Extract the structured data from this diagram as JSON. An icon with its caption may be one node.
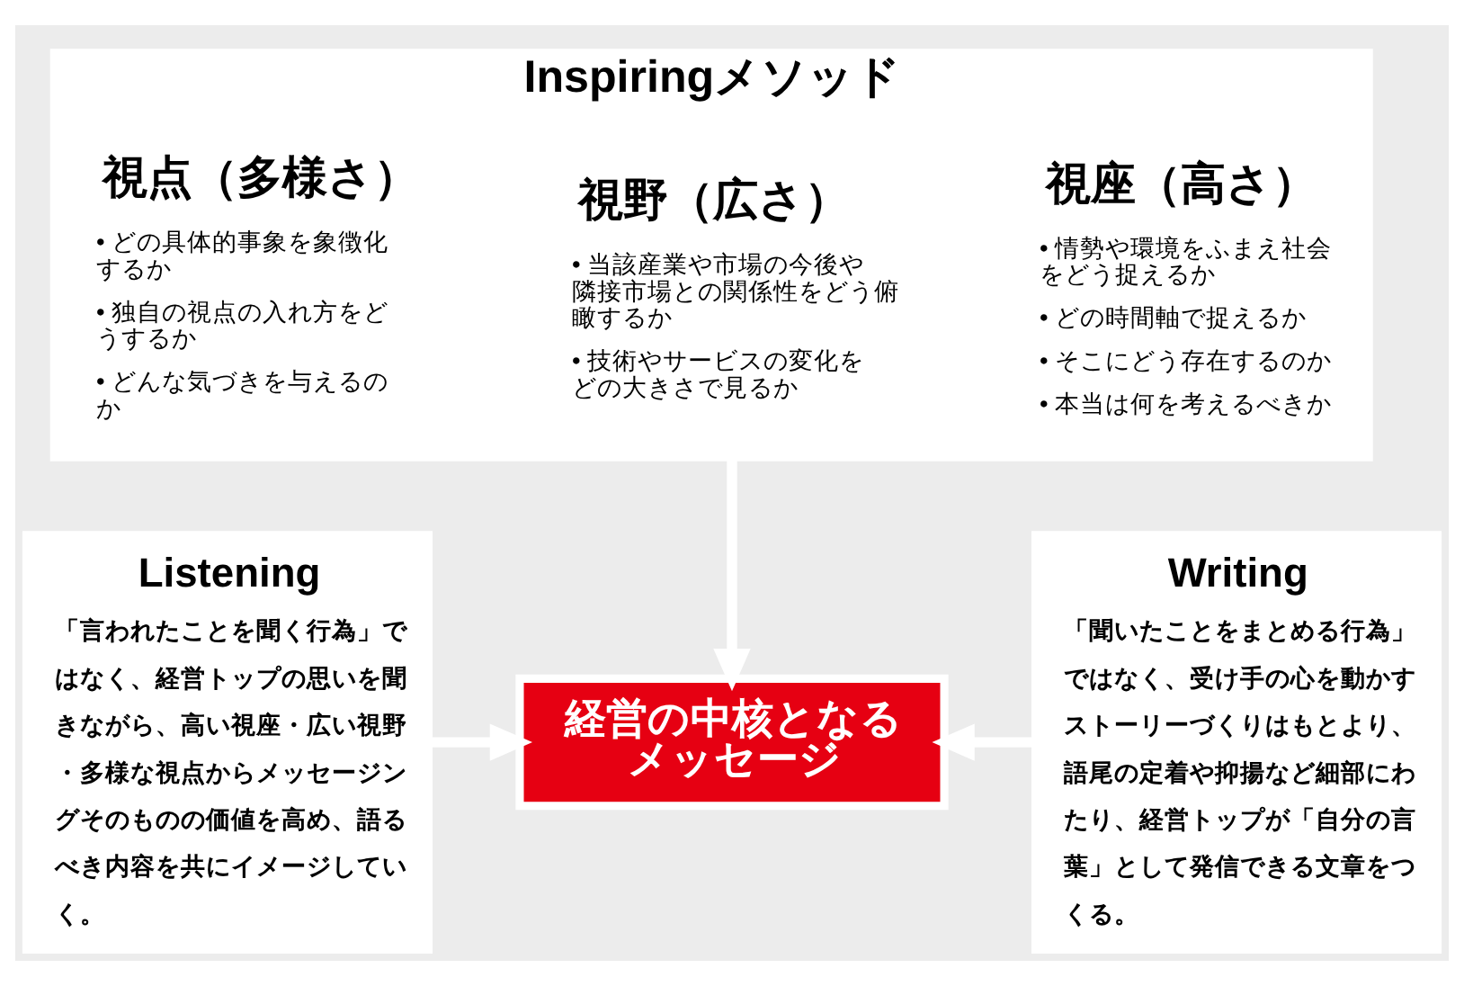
{
  "diagram": {
    "nodes": [
      {
        "text": [
          "Inspiringメソッド"
        ]
      },
      {
        "text": [
          "視座（高さ）",
          "• 情勢や環境をふまえ社会をどう捉えるか",
          "• どの時間軸で捉えるか",
          "• そこにどう存在するのか",
          "• 本当は何を考えるべきか"
        ],
        "in": 0
      },
      {
        "text": [
          "視野（広さ）",
          "• 当該産業や市場の今後や隣接市場との関係性をどう俯瞰するか",
          "• 技術やサービスの変化をどの大きさで見るか"
        ],
        "in": 0
      },
      {
        "text": [
          "視点（多様さ）",
          "• どの具体的事象を象徴化するか",
          "• 独自の視点の入れ方をどうするか",
          "• どんな気づきを与えるのか"
        ],
        "in": 0
      },
      {
        "text": [
          "Listening",
          "「言われたことを聞く行為」ではなく、経営トップの思いを聞きながら、高い視座・広い視野・多様な視点からメッセージングそのものの価値を高め、語るべき内容を共にイメージしていく。"
        ]
      },
      {
        "text": [
          "経営の中核となるメッセージ"
        ]
      },
      {
        "text": [
          "Writing",
          "「聞いたことをまとめる行為」ではなく、受け手の心を動かすストーリーづくりはもとより、語尾の定着や抑揚など細部にわたり、経営トップが「自分の言葉」として発信できる文章をつくる。"
        ]
      }
    ],
    "edges": [
      {
        "from": 0,
        "to": 5,
        "arrow": "to"
      },
      {
        "from": 4,
        "to": 5,
        "arrow": "to"
      },
      {
        "from": 6,
        "to": 5,
        "arrow": "to"
      }
    ]
  }
}
